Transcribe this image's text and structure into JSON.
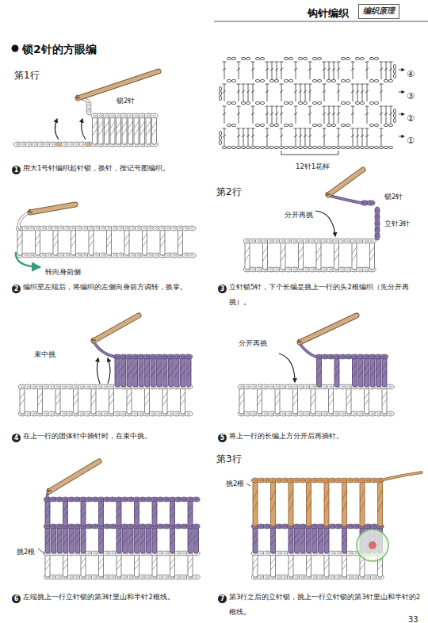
{
  "diagram": {
    "title": "锁2针的方眼编",
    "nodes": [
      {
        "text": [
          "编织原理"
        ]
      }
    ],
    "labels": [
      "钩针编织",
      "第1行",
      "锁2针",
      "1",
      "用大1号针编织起针锁，换针，按记号图编织。",
      "④",
      "③",
      "②",
      "①",
      "12针1花样",
      "转向身前侧",
      "2",
      "编织至左端后，将编织的左侧向身前方调转，换掌。",
      "第2行",
      "锁2针",
      "分开再挑",
      "立针3针",
      "3",
      "立针锁5针，下个长编是挑上一行的头2根编织（先分开再挑）。",
      "束中挑",
      "4",
      "在上一行的团体针中插针时，在束中挑。",
      "分开再挑",
      "5",
      "将上一行的长编上方分开后再插针。",
      "第3行",
      "挑2根",
      "6",
      "左端挑上一行立针锁的第3针里山和半针2根线。",
      "挑2根",
      "7",
      "第3行之后的立针锁，挑上一行立针锁的第3针里山和半针的2根线。",
      "33"
    ]
  }
}
